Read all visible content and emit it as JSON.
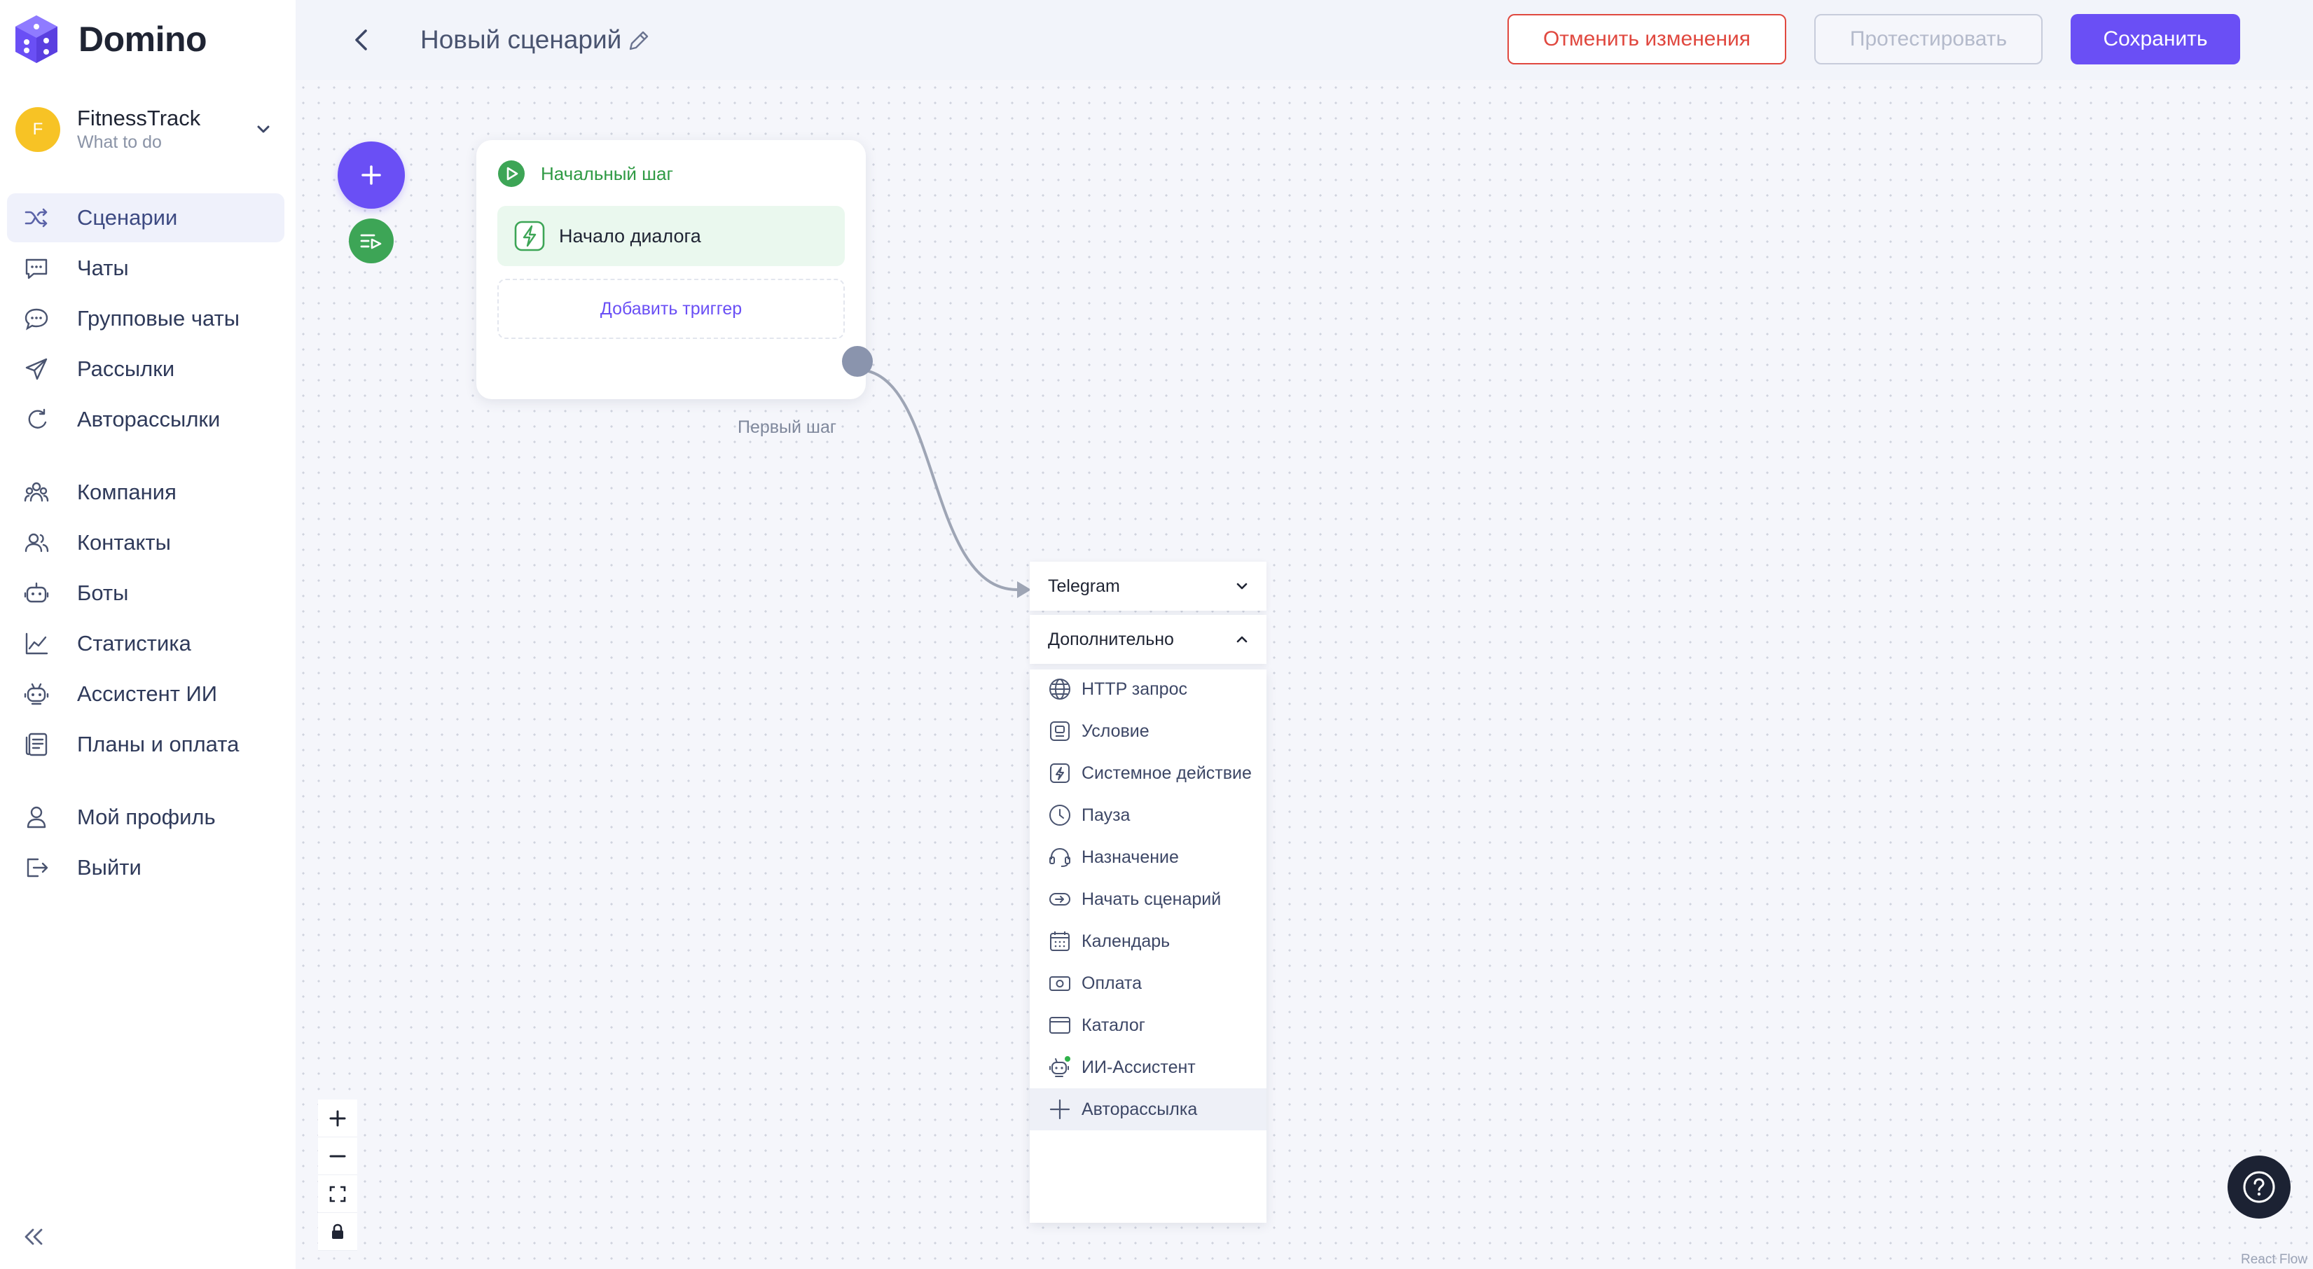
{
  "app": {
    "name": "Domino"
  },
  "org": {
    "avatar_letter": "F",
    "name": "FitnessTrack",
    "subtitle": "What to do"
  },
  "sidebar": {
    "items": [
      {
        "label": "Сценарии",
        "icon": "shuffle-icon",
        "active": true
      },
      {
        "label": "Чаты",
        "icon": "chat-icon"
      },
      {
        "label": "Групповые чаты",
        "icon": "group-chat-icon"
      },
      {
        "label": "Рассылки",
        "icon": "send-icon"
      },
      {
        "label": "Авторассылки",
        "icon": "auto-send-icon"
      },
      {
        "label": "Компания",
        "icon": "company-icon"
      },
      {
        "label": "Контакты",
        "icon": "contacts-icon"
      },
      {
        "label": "Боты",
        "icon": "bot-icon"
      },
      {
        "label": "Статистика",
        "icon": "stats-icon"
      },
      {
        "label": "Ассистент ИИ",
        "icon": "ai-assistant-icon"
      },
      {
        "label": "Планы и оплата",
        "icon": "billing-icon"
      },
      {
        "label": "Мой профиль",
        "icon": "profile-icon"
      },
      {
        "label": "Выйти",
        "icon": "logout-icon"
      }
    ]
  },
  "header": {
    "title": "Новый сценарий",
    "cancel_label": "Отменить изменения",
    "test_label": "Протестировать",
    "save_label": "Сохранить"
  },
  "canvas": {
    "start_node": {
      "title": "Начальный шаг",
      "trigger_label": "Начало диалога",
      "add_trigger_label": "Добавить триггер",
      "output_label": "Первый шаг"
    },
    "step_menu": {
      "channel_label": "Telegram",
      "extra_label": "Дополнительно",
      "items": [
        {
          "label": "HTTP запрос",
          "icon": "globe-icon"
        },
        {
          "label": "Условие",
          "icon": "condition-icon"
        },
        {
          "label": "Системное действие",
          "icon": "system-action-icon"
        },
        {
          "label": "Пауза",
          "icon": "clock-icon"
        },
        {
          "label": "Назначение",
          "icon": "headset-icon"
        },
        {
          "label": "Начать сценарий",
          "icon": "start-scenario-icon"
        },
        {
          "label": "Календарь",
          "icon": "calendar-icon"
        },
        {
          "label": "Оплата",
          "icon": "payment-icon"
        },
        {
          "label": "Каталог",
          "icon": "catalog-icon"
        },
        {
          "label": "ИИ-Ассистент",
          "icon": "ai-bot-icon"
        },
        {
          "label": "Авторассылка",
          "icon": "plus-icon"
        }
      ]
    },
    "attribution": "React Flow"
  },
  "colors": {
    "accent": "#6a4ff5",
    "danger": "#e0483f",
    "success": "#3da556",
    "avatar": "#f7c325"
  }
}
